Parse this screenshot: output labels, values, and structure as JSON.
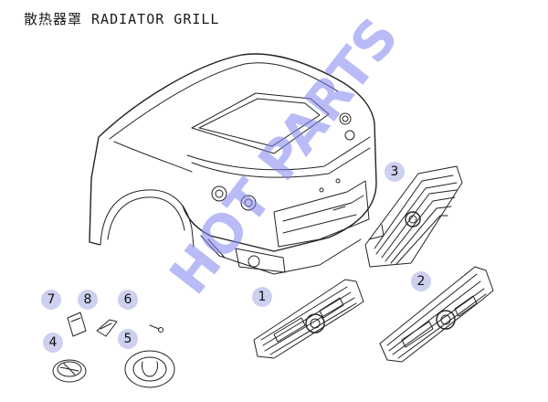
{
  "title": "散热器罩 RADIATOR GRILL",
  "watermark": "HOT PARTS",
  "callouts": [
    {
      "id": "3",
      "label": "3"
    },
    {
      "id": "1",
      "label": "1"
    },
    {
      "id": "2",
      "label": "2"
    },
    {
      "id": "7",
      "label": "7"
    },
    {
      "id": "8",
      "label": "8"
    },
    {
      "id": "6",
      "label": "6"
    },
    {
      "id": "4",
      "label": "4"
    },
    {
      "id": "5",
      "label": "5"
    }
  ],
  "colors": {
    "callout_fill": "#cdd0ee",
    "watermark": "#7f84f0",
    "line": "#222222"
  }
}
